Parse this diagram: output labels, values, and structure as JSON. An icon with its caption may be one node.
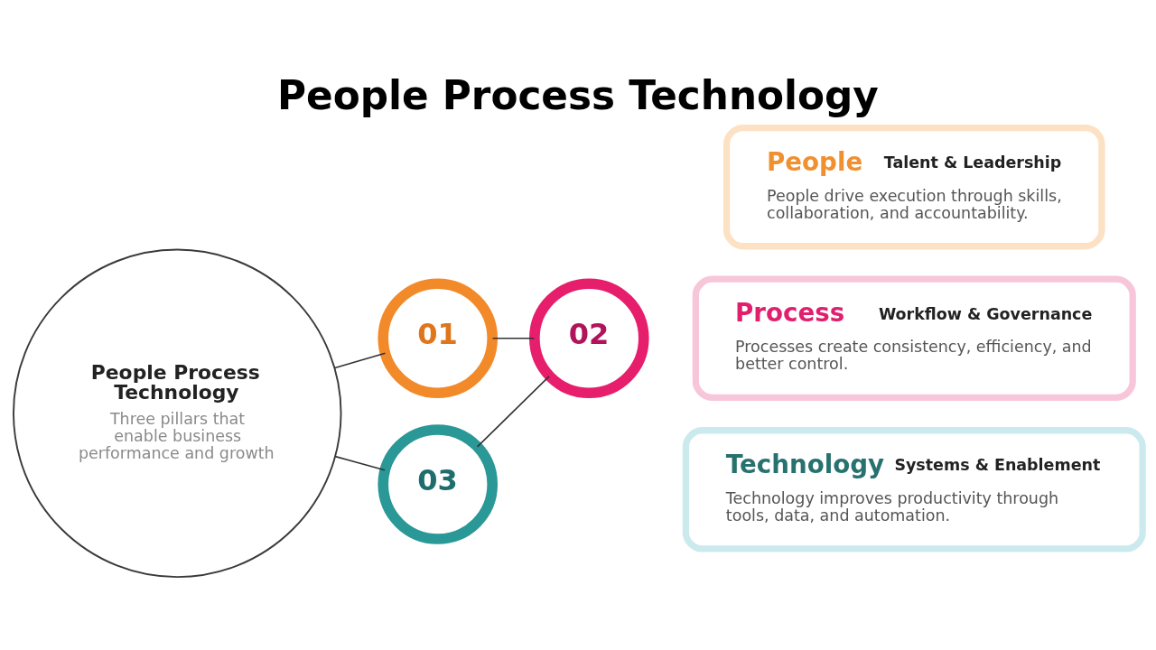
{
  "diagram": {
    "title": "People Process Technology",
    "nodes": [
      {
        "text": [
          "People Process Technology",
          "Three pillars that enable business performance and growth"
        ]
      },
      {
        "text": [
          "01"
        ]
      },
      {
        "text": [
          "People",
          "Talent & Leadership",
          "People drive execution through skills, collaboration, and accountability."
        ]
      },
      {
        "text": [
          "02"
        ]
      },
      {
        "text": [
          "Process",
          "Workflow & Governance",
          "Processes create consistency, efficiency, and better control."
        ]
      },
      {
        "text": [
          "03"
        ]
      },
      {
        "text": [
          "Technology",
          "Systems & Enablement",
          "Technology improves productivity through tools, data, and automation."
        ]
      }
    ],
    "edges": [
      {
        "from": 0,
        "to": 1,
        "arrow": "none"
      },
      {
        "from": 0,
        "to": 5,
        "arrow": "none"
      },
      {
        "from": 1,
        "to": 3,
        "arrow": "none"
      },
      {
        "from": 3,
        "to": 5,
        "arrow": "none"
      }
    ]
  }
}
